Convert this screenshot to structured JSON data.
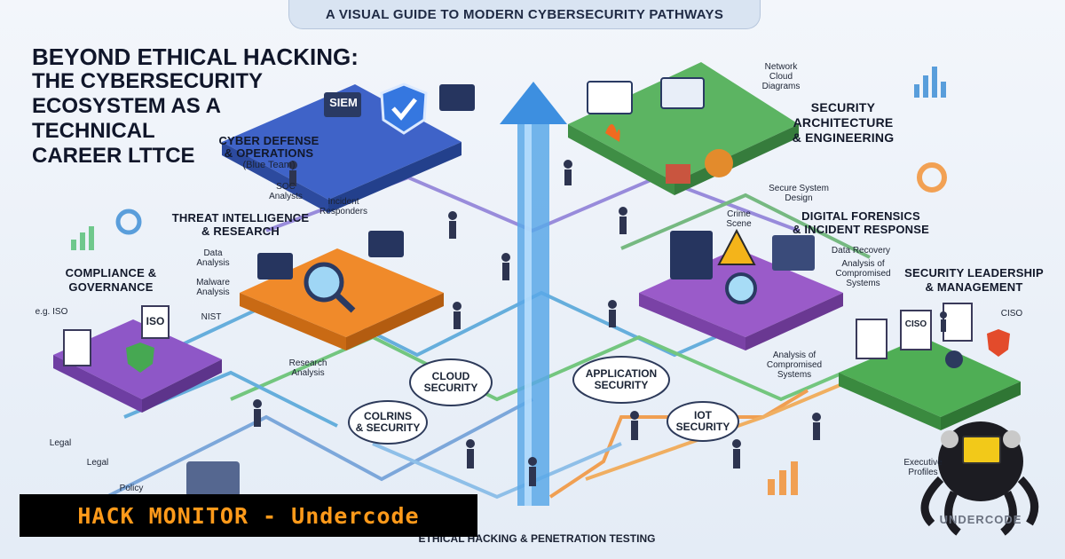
{
  "banner": "A VISUAL GUIDE TO MODERN CYBERSECURITY PATHWAYS",
  "title": {
    "line1": "BEYOND ETHICAL HACKING:",
    "line2": "THE CYBERSECURITY",
    "line3": "ECOSYSTEM AS A",
    "line4": "TECHNICAL",
    "line5": "CAREER LTTCE"
  },
  "sections": {
    "blue_team": {
      "title": "CYBER DEFENSE\n& OPERATIONS",
      "subtitle": "(Blue Team)"
    },
    "threat_intel": {
      "title": "THREAT INTELLIGENCE\n& RESEARCH"
    },
    "compliance": {
      "title": "COMPLIANCE &\nGOVERNANCE"
    },
    "architecture": {
      "title": "SECURITY\nARCHITECTURE\n& ENGINEERING"
    },
    "forensics": {
      "title": "DIGITAL FORENSICS\n& INCIDENT RESPONSE"
    },
    "leadership": {
      "title": "SECURITY LEADERSHIP\n& MANAGEMENT"
    }
  },
  "bubbles": {
    "cloud": "CLOUD\nSECURITY",
    "application": "APPLICATION\nSECURITY",
    "iot": "IOT\nSECURITY",
    "colrins": "COLRINS\n& SECURITY"
  },
  "labels": {
    "siem": "SIEM",
    "soc": "SOC\nAnalysts",
    "incident": "Incident\nResponders",
    "network": "Network\nCloud\nDiagrams",
    "secure_design": "Secure System\nDesign",
    "crime_scene": "Crime\nScene",
    "data_recovery": "Data Recovery",
    "analysis_comp1": "Analysis of\nCompromised\nSystems",
    "analysis_comp2": "Analysis of\nCompromised\nSystems",
    "data_analysis": "Data\nAnalysis",
    "malware": "Malware\nAnalysis",
    "eg_iso": "e.g. ISO",
    "iso": "ISO",
    "nist": "NIST",
    "research": "Research\nAnalysis",
    "legal1": "Legal",
    "legal2": "Legal",
    "policy": "Policy",
    "ciso_label": "CISO",
    "ciso_doc": "CISO",
    "exec": "Executive\nProfiles"
  },
  "footer": "ETHICAL HACKING & PENETRATION TESTING",
  "hack_monitor": "HACK MONITOR - Undercode",
  "logo_word": "UNDERCODE",
  "colors": {
    "blue_platform": "#3f63c8",
    "orange_platform": "#f08a2a",
    "purple_platform": "#8e57c7",
    "green_platform": "#4fae55",
    "accent_text": "#ff9a1a"
  }
}
